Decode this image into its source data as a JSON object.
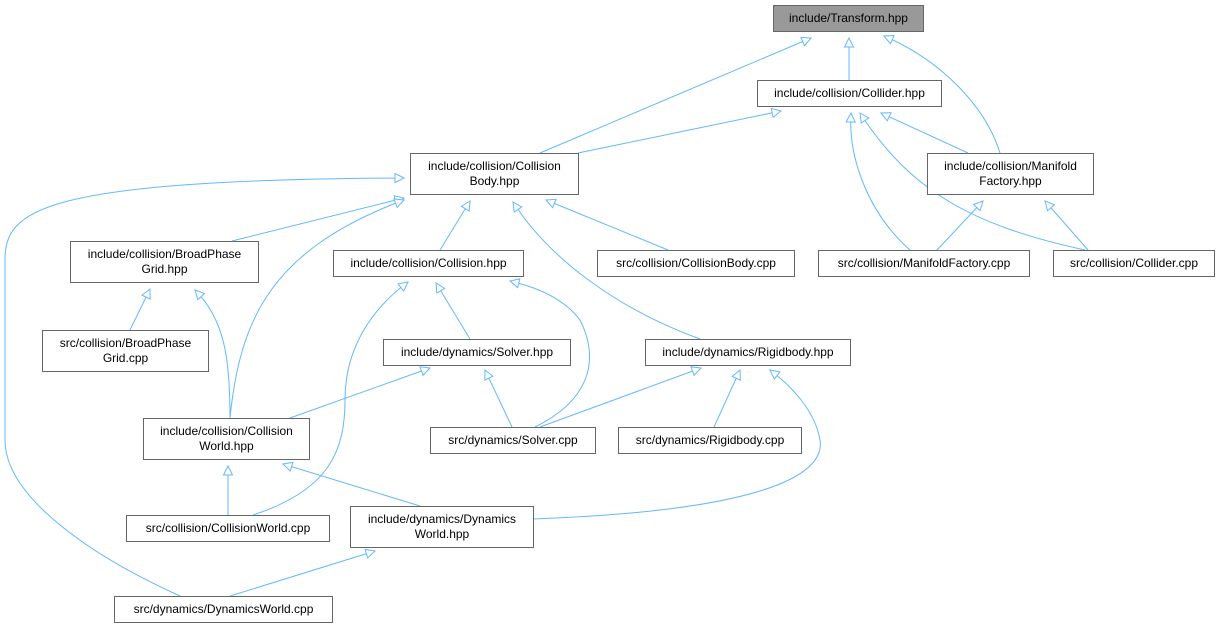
{
  "colors": {
    "edge": "#63b8ff",
    "box_border": "#666666",
    "root_fill": "#999999",
    "box_fill": "#ffffff"
  },
  "nodes": {
    "transform": {
      "lines": [
        "include/Transform.hpp"
      ],
      "root": true
    },
    "collider_hpp": {
      "lines": [
        "include/collision/Collider.hpp"
      ]
    },
    "collisionbody_hpp": {
      "lines": [
        "include/collision/Collision",
        "Body.hpp"
      ]
    },
    "manifoldfactory_hpp": {
      "lines": [
        "include/collision/Manifold",
        "Factory.hpp"
      ]
    },
    "broadphase_hpp": {
      "lines": [
        "include/collision/BroadPhase",
        "Grid.hpp"
      ]
    },
    "collision_hpp": {
      "lines": [
        "include/collision/Collision.hpp"
      ]
    },
    "collisionbody_cpp": {
      "lines": [
        "src/collision/CollisionBody.cpp"
      ]
    },
    "manifoldfactory_cpp": {
      "lines": [
        "src/collision/ManifoldFactory.cpp"
      ]
    },
    "collider_cpp": {
      "lines": [
        "src/collision/Collider.cpp"
      ]
    },
    "broadphase_cpp": {
      "lines": [
        "src/collision/BroadPhase",
        "Grid.cpp"
      ]
    },
    "solver_hpp": {
      "lines": [
        "include/dynamics/Solver.hpp"
      ]
    },
    "rigidbody_hpp": {
      "lines": [
        "include/dynamics/Rigidbody.hpp"
      ]
    },
    "collisionworld_hpp": {
      "lines": [
        "include/collision/Collision",
        "World.hpp"
      ]
    },
    "solver_cpp": {
      "lines": [
        "src/dynamics/Solver.cpp"
      ]
    },
    "rigidbody_cpp": {
      "lines": [
        "src/dynamics/Rigidbody.cpp"
      ]
    },
    "collisionworld_cpp": {
      "lines": [
        "src/collision/CollisionWorld.cpp"
      ]
    },
    "dynamicsworld_hpp": {
      "lines": [
        "include/dynamics/Dynamics",
        "World.hpp"
      ]
    },
    "dynamicsworld_cpp": {
      "lines": [
        "src/dynamics/DynamicsWorld.cpp"
      ]
    }
  },
  "edges": [
    [
      "transform",
      "collider_hpp"
    ],
    [
      "transform",
      "collisionbody_hpp"
    ],
    [
      "transform",
      "manifoldfactory_hpp"
    ],
    [
      "collider_hpp",
      "collisionbody_hpp"
    ],
    [
      "collider_hpp",
      "manifoldfactory_hpp"
    ],
    [
      "collider_hpp",
      "manifoldfactory_cpp"
    ],
    [
      "collider_hpp",
      "collider_cpp"
    ],
    [
      "manifoldfactory_hpp",
      "manifoldfactory_cpp"
    ],
    [
      "manifoldfactory_hpp",
      "collider_cpp"
    ],
    [
      "collisionbody_hpp",
      "broadphase_hpp"
    ],
    [
      "collisionbody_hpp",
      "collision_hpp"
    ],
    [
      "collisionbody_hpp",
      "collisionbody_cpp"
    ],
    [
      "collisionbody_hpp",
      "rigidbody_hpp"
    ],
    [
      "collisionbody_hpp",
      "collisionworld_hpp"
    ],
    [
      "collisionbody_hpp",
      "dynamicsworld_cpp"
    ],
    [
      "broadphase_hpp",
      "broadphase_cpp"
    ],
    [
      "broadphase_hpp",
      "collisionworld_hpp"
    ],
    [
      "collision_hpp",
      "solver_hpp"
    ],
    [
      "collision_hpp",
      "solver_cpp"
    ],
    [
      "collision_hpp",
      "collisionworld_cpp"
    ],
    [
      "solver_hpp",
      "collisionworld_hpp"
    ],
    [
      "solver_hpp",
      "solver_cpp"
    ],
    [
      "rigidbody_hpp",
      "solver_cpp"
    ],
    [
      "rigidbody_hpp",
      "rigidbody_cpp"
    ],
    [
      "rigidbody_hpp",
      "dynamicsworld_hpp"
    ],
    [
      "collisionworld_hpp",
      "collisionworld_cpp"
    ],
    [
      "collisionworld_hpp",
      "dynamicsworld_hpp"
    ],
    [
      "dynamicsworld_hpp",
      "dynamicsworld_cpp"
    ]
  ]
}
